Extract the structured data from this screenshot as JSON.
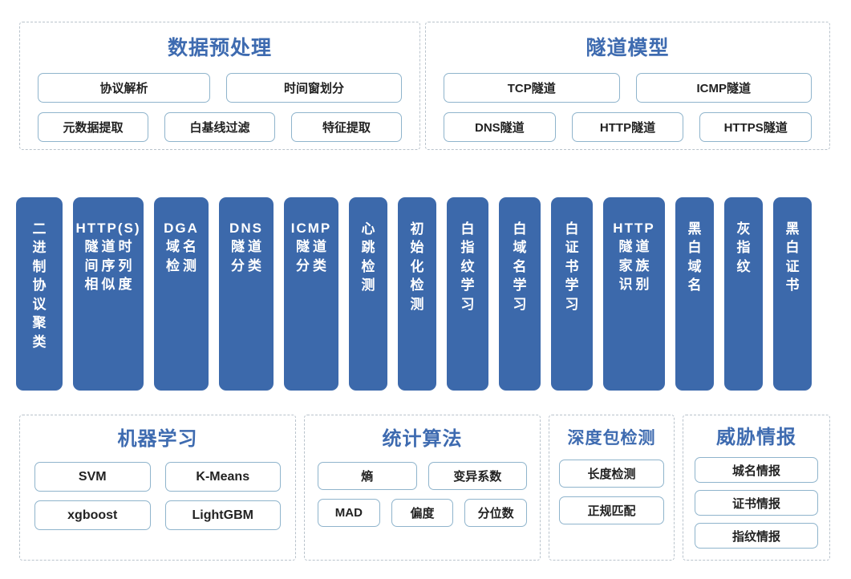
{
  "colors": {
    "column_blue": "#3c69ab",
    "title_blue": "#3e6bb0",
    "chip_border": "#8fb4cc",
    "panel_border": "#b9c3cc",
    "background": "#ffffff",
    "column_text": "#ffffff"
  },
  "preprocess": {
    "title": "数据预处理",
    "row1": [
      "协议解析",
      "时间窗划分"
    ],
    "row2": [
      "元数据提取",
      "白基线过滤",
      "特征提取"
    ]
  },
  "tunnel_model": {
    "title": "隧道模型",
    "row1": [
      "TCP隧道",
      "ICMP隧道"
    ],
    "row2": [
      "DNS隧道",
      "HTTP隧道",
      "HTTPS隧道"
    ]
  },
  "columns": [
    {
      "name": "二进制协议聚类",
      "latin": "",
      "width": 58,
      "cols": 1,
      "lines": [
        "二",
        "进",
        "制",
        "协",
        "议",
        "聚",
        "类"
      ]
    },
    {
      "name": "HTTP(S)隧道时间序列相似度",
      "latin": "HTTP(S)",
      "width": 88,
      "cols": 3,
      "lines": [
        "隧道时",
        "间序列",
        "相似度"
      ]
    },
    {
      "name": "DGA域名检测",
      "latin": "DGA",
      "width": 68,
      "cols": 2,
      "lines": [
        "域名",
        "检测"
      ]
    },
    {
      "name": "DNS隧道分类",
      "latin": "DNS",
      "width": 68,
      "cols": 2,
      "lines": [
        "隧道",
        "分类"
      ]
    },
    {
      "name": "ICMP隧道分类",
      "latin": "ICMP",
      "width": 68,
      "cols": 2,
      "lines": [
        "隧道",
        "分类"
      ]
    },
    {
      "name": "心跳检测",
      "latin": "",
      "width": 48,
      "cols": 1,
      "lines": [
        "心",
        "跳",
        "检",
        "测"
      ]
    },
    {
      "name": "初始化检测",
      "latin": "",
      "width": 48,
      "cols": 1,
      "lines": [
        "初",
        "始",
        "化",
        "检",
        "测"
      ]
    },
    {
      "name": "白指纹学习",
      "latin": "",
      "width": 52,
      "cols": 1,
      "lines": [
        "白",
        "指",
        "纹",
        "学",
        "习"
      ]
    },
    {
      "name": "白域名学习",
      "latin": "",
      "width": 52,
      "cols": 1,
      "lines": [
        "白",
        "域",
        "名",
        "学",
        "习"
      ]
    },
    {
      "name": "白证书学习",
      "latin": "",
      "width": 52,
      "cols": 1,
      "lines": [
        "白",
        "证",
        "书",
        "学",
        "习"
      ]
    },
    {
      "name": "HTTP隧道家族识别",
      "latin": "HTTP",
      "width": 77,
      "cols": 2,
      "lines": [
        "隧道",
        "家族",
        "识别"
      ]
    },
    {
      "name": "黑白域名",
      "latin": "",
      "width": 48,
      "cols": 1,
      "lines": [
        "黑",
        "白",
        "域",
        "名"
      ]
    },
    {
      "name": "灰指纹",
      "latin": "",
      "width": 48,
      "cols": 1,
      "lines": [
        "灰",
        "指",
        "纹"
      ]
    },
    {
      "name": "黑白证书",
      "latin": "",
      "width": 48,
      "cols": 1,
      "lines": [
        "黑",
        "白",
        "证",
        "书"
      ]
    }
  ],
  "machine_learning": {
    "title": "机器学习",
    "row1": [
      "SVM",
      "K-Means"
    ],
    "row2": [
      "xgboost",
      "LightGBM"
    ]
  },
  "statistics": {
    "title": "统计算法",
    "row1": [
      "熵",
      "变异系数"
    ],
    "row2": [
      "MAD",
      "偏度",
      "分位数"
    ]
  },
  "deep_packet": {
    "title": "深度包检测",
    "row1": [
      "长度检测"
    ],
    "row2": [
      "正规匹配"
    ]
  },
  "threat_intel": {
    "title": "威胁情报",
    "row1": [
      "城名情报"
    ],
    "row2": [
      "证书情报"
    ],
    "row3": [
      "指纹情报"
    ]
  }
}
